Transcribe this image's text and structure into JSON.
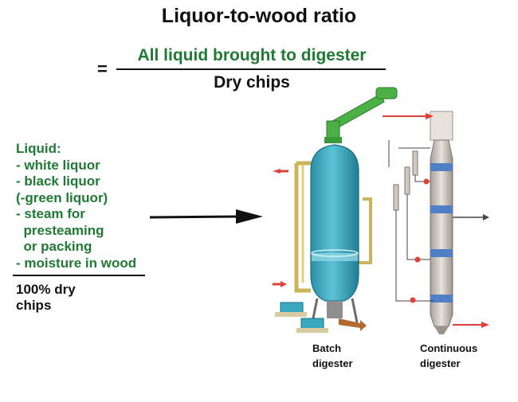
{
  "title": "Liquor-to-wood ratio",
  "equation": {
    "equals": "=",
    "numerator": "All liquid brought to digester",
    "denominator": "Dry chips"
  },
  "liquid": {
    "heading": "Liquid:",
    "items": [
      "- white liquor",
      "- black liquor",
      "(-green liquor)",
      "- steam for",
      "  presteaming",
      "  or packing",
      "- moisture in wood"
    ]
  },
  "dry_chips": "100% dry chips",
  "digesters": {
    "batch_label": "Batch digester",
    "continuous_label": "Continuous digester"
  },
  "colors": {
    "green_text": "#1f7a33",
    "batch_vessel": "#3aa9c0",
    "pipe_green": "#4bb046",
    "arrow_red": "#e0403a",
    "continuous_body": "#d9d2cc",
    "continuous_band": "#4f7fc4"
  }
}
